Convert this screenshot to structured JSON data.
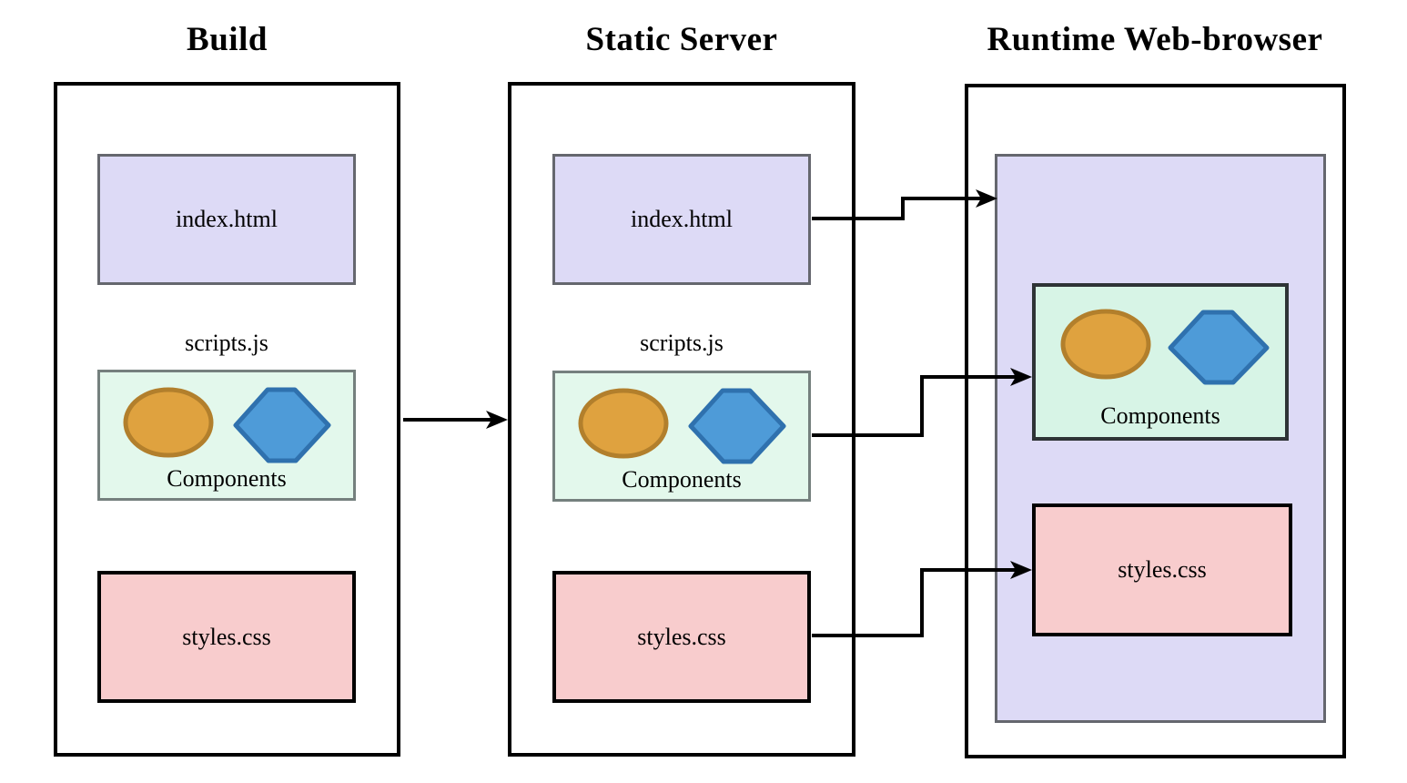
{
  "titles": {
    "build": "Build",
    "static_server": "Static Server",
    "runtime": "Runtime Web-browser"
  },
  "labels": {
    "index_html": "index.html",
    "scripts_js": "scripts.js",
    "components": "Components",
    "styles_css": "styles.css"
  },
  "colors": {
    "outer_border": "#000000",
    "file_html_fill": "#DDDAF6",
    "file_html_border": "#65676E",
    "scripts_fill": "#E3F8EC",
    "scripts_border": "#75807E",
    "runtime_components_fill": "#D7F4E6",
    "runtime_components_border": "#2E3336",
    "css_fill": "#F8CCCD",
    "css_border": "#000000",
    "ellipse_fill": "#DFA23F",
    "ellipse_border": "#B27F2C",
    "diamond_fill": "#4E9BD8",
    "diamond_border": "#2F71AE",
    "arrow_color": "#000000"
  }
}
